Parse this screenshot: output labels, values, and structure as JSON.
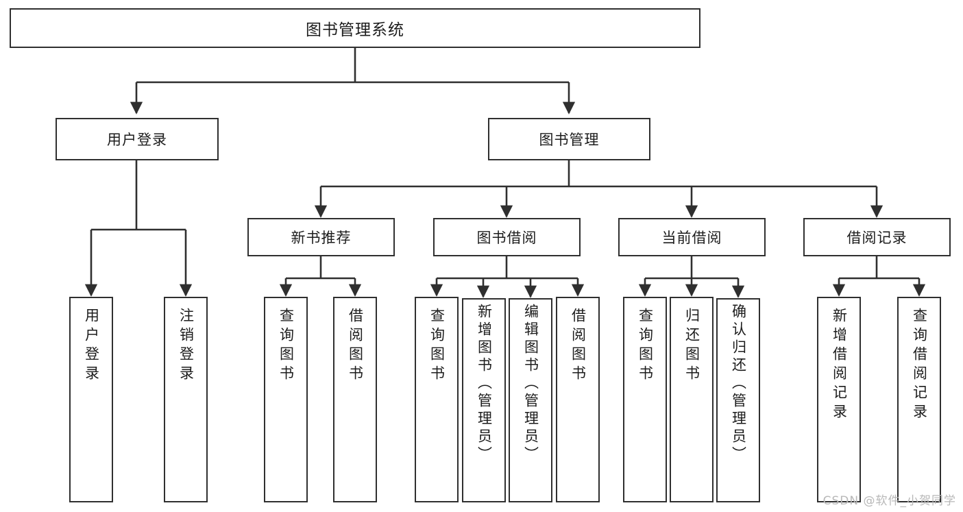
{
  "diagram": {
    "type": "tree",
    "title": "图书管理系统",
    "orientation": "top-down",
    "watermark": "CSDN @软件_小贺同学",
    "colors": {
      "background": "#ffffff",
      "box_border": "#2f2f2f",
      "box_fill": "#ffffff",
      "text": "#1c1c1c",
      "connector": "#2f2f2f",
      "watermark": "#b8b8b8"
    },
    "root": {
      "id": "root",
      "label": "图书管理系统"
    },
    "level2": [
      {
        "id": "user-login",
        "label": "用户登录"
      },
      {
        "id": "book-manage",
        "label": "图书管理"
      }
    ],
    "level3": [
      {
        "id": "new-book-rec",
        "label": "新书推荐",
        "parent": "book-manage"
      },
      {
        "id": "book-borrow",
        "label": "图书借阅",
        "parent": "book-manage"
      },
      {
        "id": "current-borrow",
        "label": "当前借阅",
        "parent": "book-manage"
      },
      {
        "id": "borrow-record",
        "label": "借阅记录",
        "parent": "book-manage"
      }
    ],
    "leaves": [
      {
        "id": "leaf-user-login",
        "label": "用户登录",
        "parent": "user-login"
      },
      {
        "id": "leaf-logout",
        "label": "注销登录",
        "parent": "user-login"
      },
      {
        "id": "leaf-query-book-1",
        "label": "查询图书",
        "parent": "new-book-rec"
      },
      {
        "id": "leaf-borrow-book-1",
        "label": "借阅图书",
        "parent": "new-book-rec"
      },
      {
        "id": "leaf-query-book-2",
        "label": "查询图书",
        "parent": "book-borrow"
      },
      {
        "id": "leaf-add-book",
        "label": "新增图书（管理员）",
        "parent": "book-borrow"
      },
      {
        "id": "leaf-edit-book",
        "label": "编辑图书（管理员）",
        "parent": "book-borrow"
      },
      {
        "id": "leaf-borrow-book-2",
        "label": "借阅图书",
        "parent": "book-borrow"
      },
      {
        "id": "leaf-query-book-3",
        "label": "查询图书",
        "parent": "current-borrow"
      },
      {
        "id": "leaf-return-book",
        "label": "归还图书",
        "parent": "current-borrow"
      },
      {
        "id": "leaf-confirm-return",
        "label": "确认归还（管理员）",
        "parent": "current-borrow"
      },
      {
        "id": "leaf-add-record",
        "label": "新增借阅记录",
        "parent": "borrow-record"
      },
      {
        "id": "leaf-query-record",
        "label": "查询借阅记录",
        "parent": "borrow-record"
      }
    ]
  }
}
